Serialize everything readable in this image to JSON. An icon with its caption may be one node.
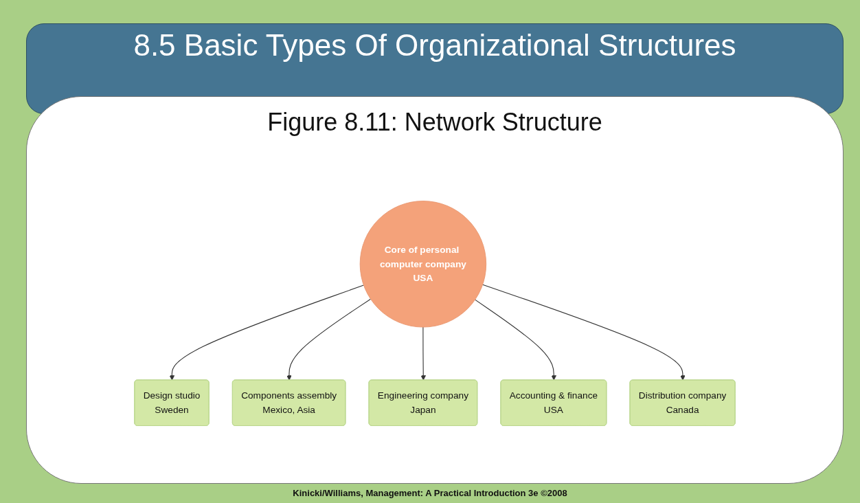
{
  "diagram": {
    "title": "8.5 Basic Types Of Organizational Structures",
    "caption": "Figure 8.11: Network Structure",
    "nodes": [
      {
        "text": [
          "Core of personal computer company",
          "USA"
        ]
      },
      {
        "text": [
          "Design studio",
          "Sweden"
        ]
      },
      {
        "text": [
          "Components assembly",
          "Mexico, Asia"
        ]
      },
      {
        "text": [
          "Engineering company",
          "Japan"
        ]
      },
      {
        "text": [
          "Accounting & finance",
          "USA"
        ]
      },
      {
        "text": [
          "Distribution company",
          "Canada"
        ]
      }
    ],
    "edges": [
      {
        "from": 0,
        "to": 1,
        "arrow": "to"
      },
      {
        "from": 0,
        "to": 2,
        "arrow": "to"
      },
      {
        "from": 0,
        "to": 3,
        "arrow": "to"
      },
      {
        "from": 0,
        "to": 4,
        "arrow": "to"
      },
      {
        "from": 0,
        "to": 5,
        "arrow": "to"
      }
    ],
    "labels": [
      "Kinicki/Williams, Management: A Practical Introduction 3e ©2008"
    ]
  }
}
